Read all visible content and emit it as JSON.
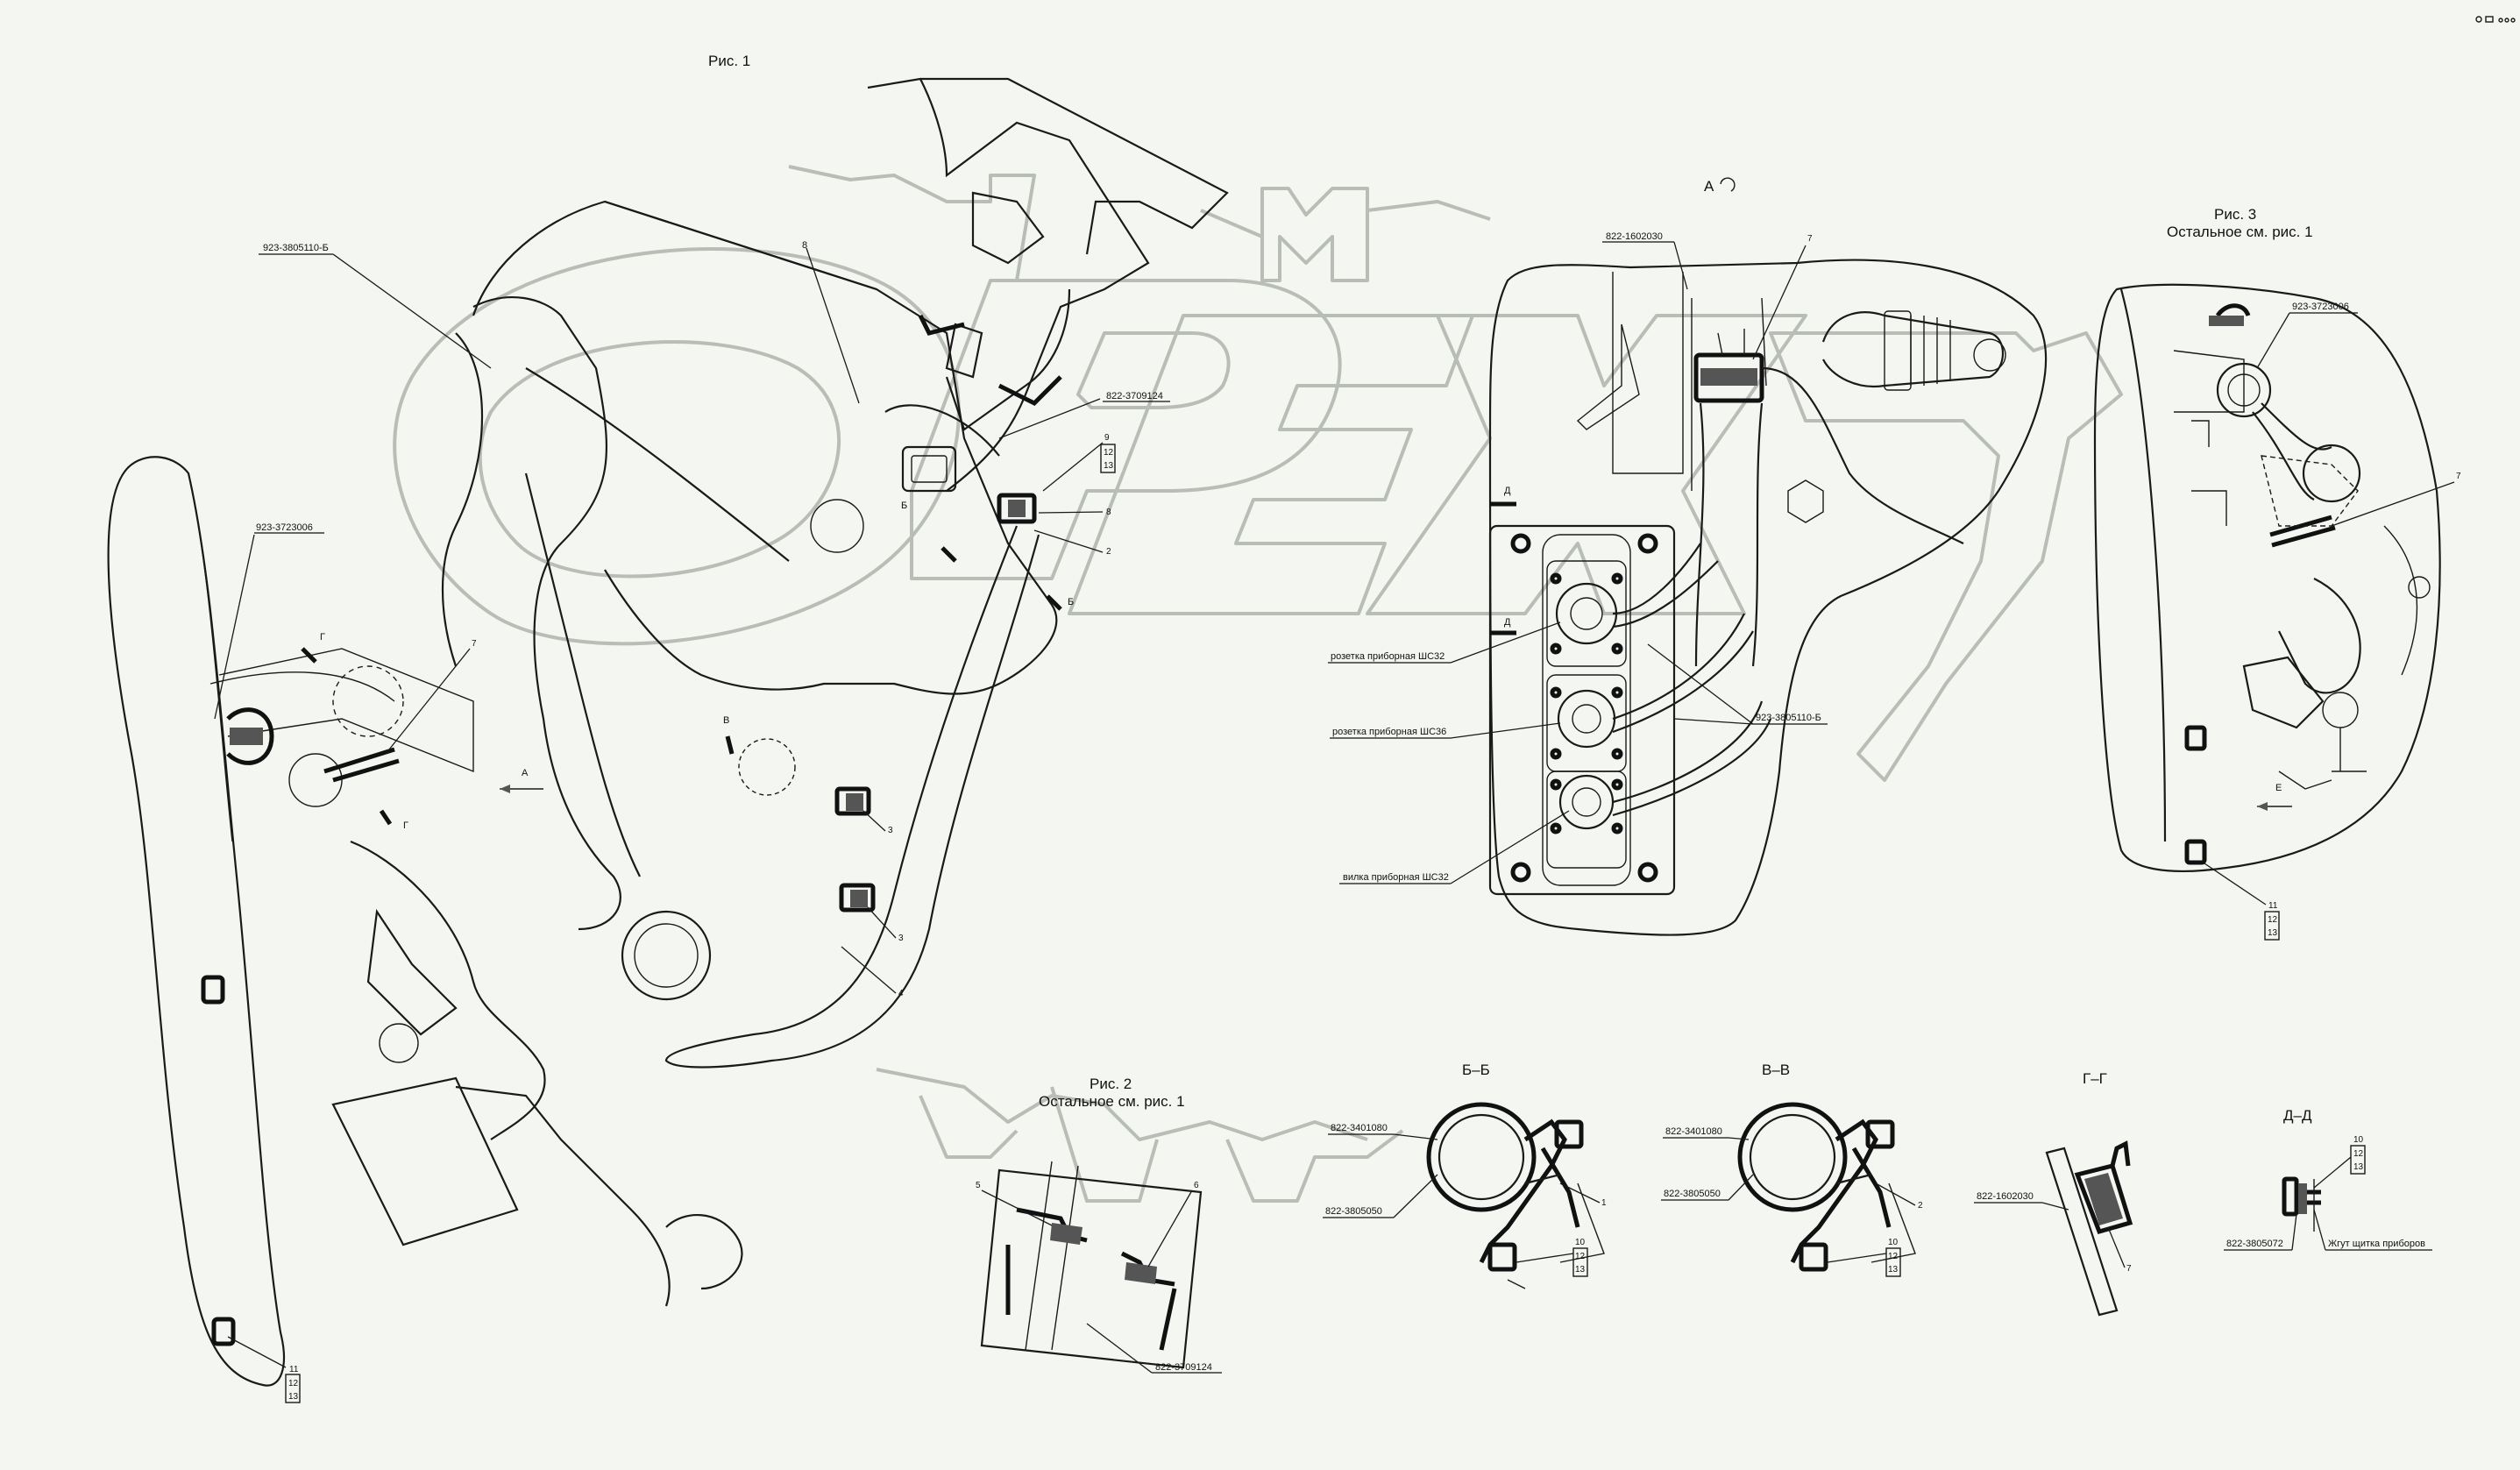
{
  "titles": {
    "fig1": "Рис. 1",
    "fig2": "Рис. 2",
    "fig2_sub": "Остальное см. рис. 1",
    "fig3": "Рис. 3",
    "fig3_sub": "Остальное см. рис. 1",
    "view_a": "А",
    "sec_bb": "Б–Б",
    "sec_vv": "В–В",
    "sec_gg": "Г–Г",
    "sec_dd": "Д–Д"
  },
  "watermark": "OPEX",
  "fig1_labels": {
    "harness": "923-3805110-Б",
    "hose_a": "923-3723006",
    "part_822_3709124": "822-3709124",
    "n8a": "8",
    "n9": "9",
    "n12a": "12",
    "n13a": "13",
    "n8b": "8",
    "n2": "2",
    "n7": "7",
    "n3a": "3",
    "n3b": "3",
    "n4": "4",
    "n11": "11",
    "n12b": "12",
    "n13b": "13",
    "cut_b1": "Б",
    "cut_b2": "Б",
    "cut_v": "В",
    "cut_g1": "Г",
    "cut_g2": "Г",
    "arrow_a": "А"
  },
  "fig2_labels": {
    "n5": "5",
    "n6": "6",
    "part": "822-3709124"
  },
  "view_a_labels": {
    "part_1602030": "822-1602030",
    "n7": "7",
    "cut_d1": "Д",
    "cut_d2": "Д",
    "socket1": "розетка приборная ШС32",
    "socket2": "розетка приборная ШС36",
    "plug": "вилка приборная ШС32",
    "harness": "923-3805110-Б"
  },
  "fig3_labels": {
    "hose": "923-3723006",
    "n7": "7",
    "arrow_e": "Е",
    "n11": "11",
    "n12": "12",
    "n13": "13"
  },
  "sec_bb_labels": {
    "clamp": "822-3401080",
    "bracket": "822-3805050",
    "n1": "1",
    "n10": "10",
    "n12": "12",
    "n13": "13"
  },
  "sec_vv_labels": {
    "clamp": "822-3401080",
    "bracket": "822-3805050",
    "n2": "2",
    "n10": "10",
    "n12": "12",
    "n13": "13"
  },
  "sec_gg_labels": {
    "part": "822-1602030",
    "n7": "7"
  },
  "sec_dd_labels": {
    "n10": "10",
    "n12": "12",
    "n13": "13",
    "part": "822-3805072",
    "harness": "Жгут щитка приборов"
  }
}
